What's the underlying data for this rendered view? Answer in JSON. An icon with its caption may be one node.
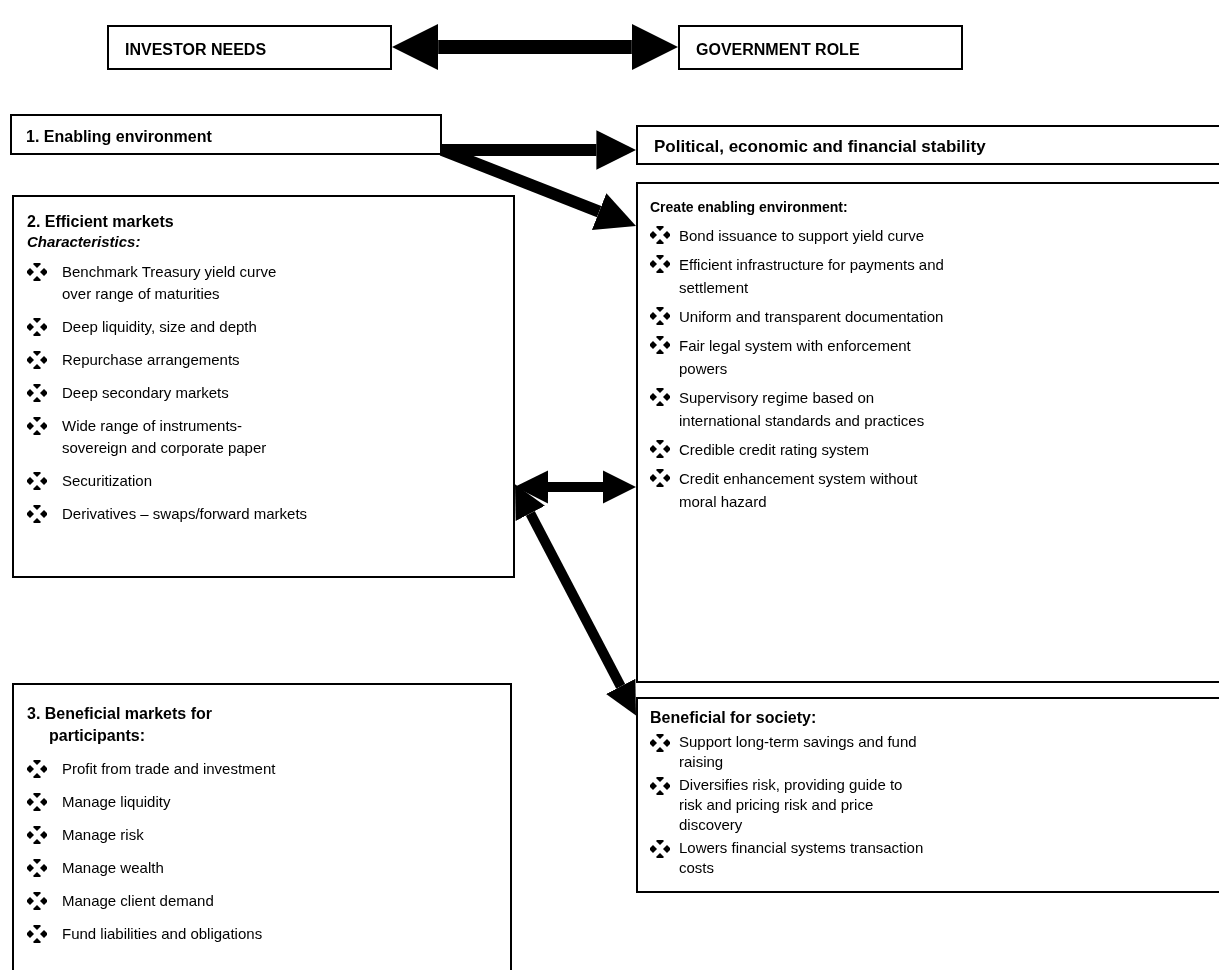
{
  "diagram": {
    "nodes": [
      {
        "text": [
          "INVESTOR NEEDS"
        ]
      },
      {
        "text": [
          "GOVERNMENT ROLE"
        ]
      },
      {
        "text": [
          "1. Enabling environment"
        ]
      },
      {
        "text": [
          "Political, economic and financial stability"
        ]
      },
      {
        "text": [
          "2. Efficient markets",
          "Characteristics:",
          "Benchmark Treasury yield curve over range of maturities",
          "Deep liquidity, size and depth",
          "Repurchase arrangements",
          "Deep secondary markets",
          "Wide range of instruments- sovereign and corporate paper",
          "Securitization",
          "Derivatives – swaps/forward markets"
        ]
      },
      {
        "text": [
          "Create enabling environment:",
          "Bond issuance to support yield curve",
          "Efficient infrastructure for payments and settlement",
          "Uniform and transparent documentation",
          "Fair legal system with enforcement powers",
          "Supervisory regime based on international standards and practices",
          "Credible credit rating system",
          "Credit enhancement system without moral hazard"
        ]
      },
      {
        "text": [
          "3. Beneficial markets for participants:",
          "Profit from trade and investment",
          "Manage liquidity",
          "Manage risk",
          "Manage wealth",
          "Manage client demand",
          "Fund liabilities and obligations"
        ]
      },
      {
        "text": [
          "Beneficial for society:",
          "Support long-term savings and fund raising",
          "Diversifies risk, providing guide to risk and pricing risk and price discovery",
          "Lowers financial systems transaction costs"
        ]
      }
    ],
    "edges": [
      {
        "from": 0,
        "to": 1,
        "arrow": "both"
      },
      {
        "from": 2,
        "to": 3,
        "arrow": "to"
      },
      {
        "from": 2,
        "to": 5,
        "arrow": "to"
      },
      {
        "from": 4,
        "to": 5,
        "arrow": "both"
      },
      {
        "from": 4,
        "to": 7,
        "arrow": "both"
      }
    ]
  }
}
